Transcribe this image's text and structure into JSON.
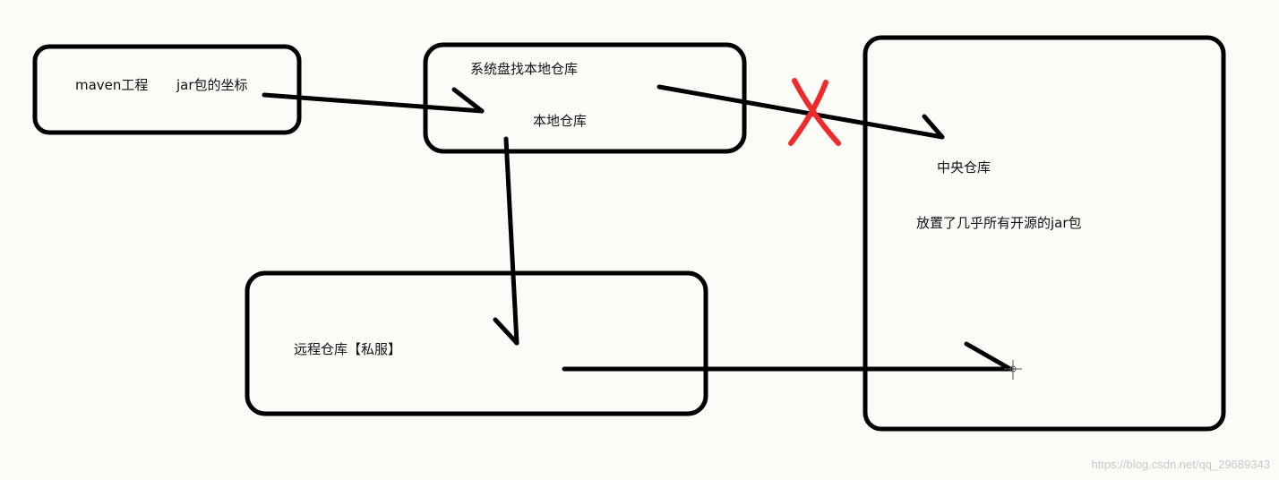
{
  "nodes": {
    "maven_project": {
      "label": "maven工程"
    },
    "jar_coordinate": {
      "label": "jar包的坐标"
    },
    "system_disk_search": {
      "label": "系统盘找本地仓库"
    },
    "local_repo": {
      "label": "本地仓库"
    },
    "central_repo": {
      "label": "中央仓库"
    },
    "central_repo_desc": {
      "label": "放置了几乎所有开源的jar包"
    },
    "remote_repo": {
      "label": "远程仓库【私服】"
    }
  },
  "colors": {
    "stroke": "#000000",
    "cross": "#ee2a2a",
    "watermark": "#c9c9c9"
  },
  "watermark": "https://blog.csdn.net/qq_29689343"
}
